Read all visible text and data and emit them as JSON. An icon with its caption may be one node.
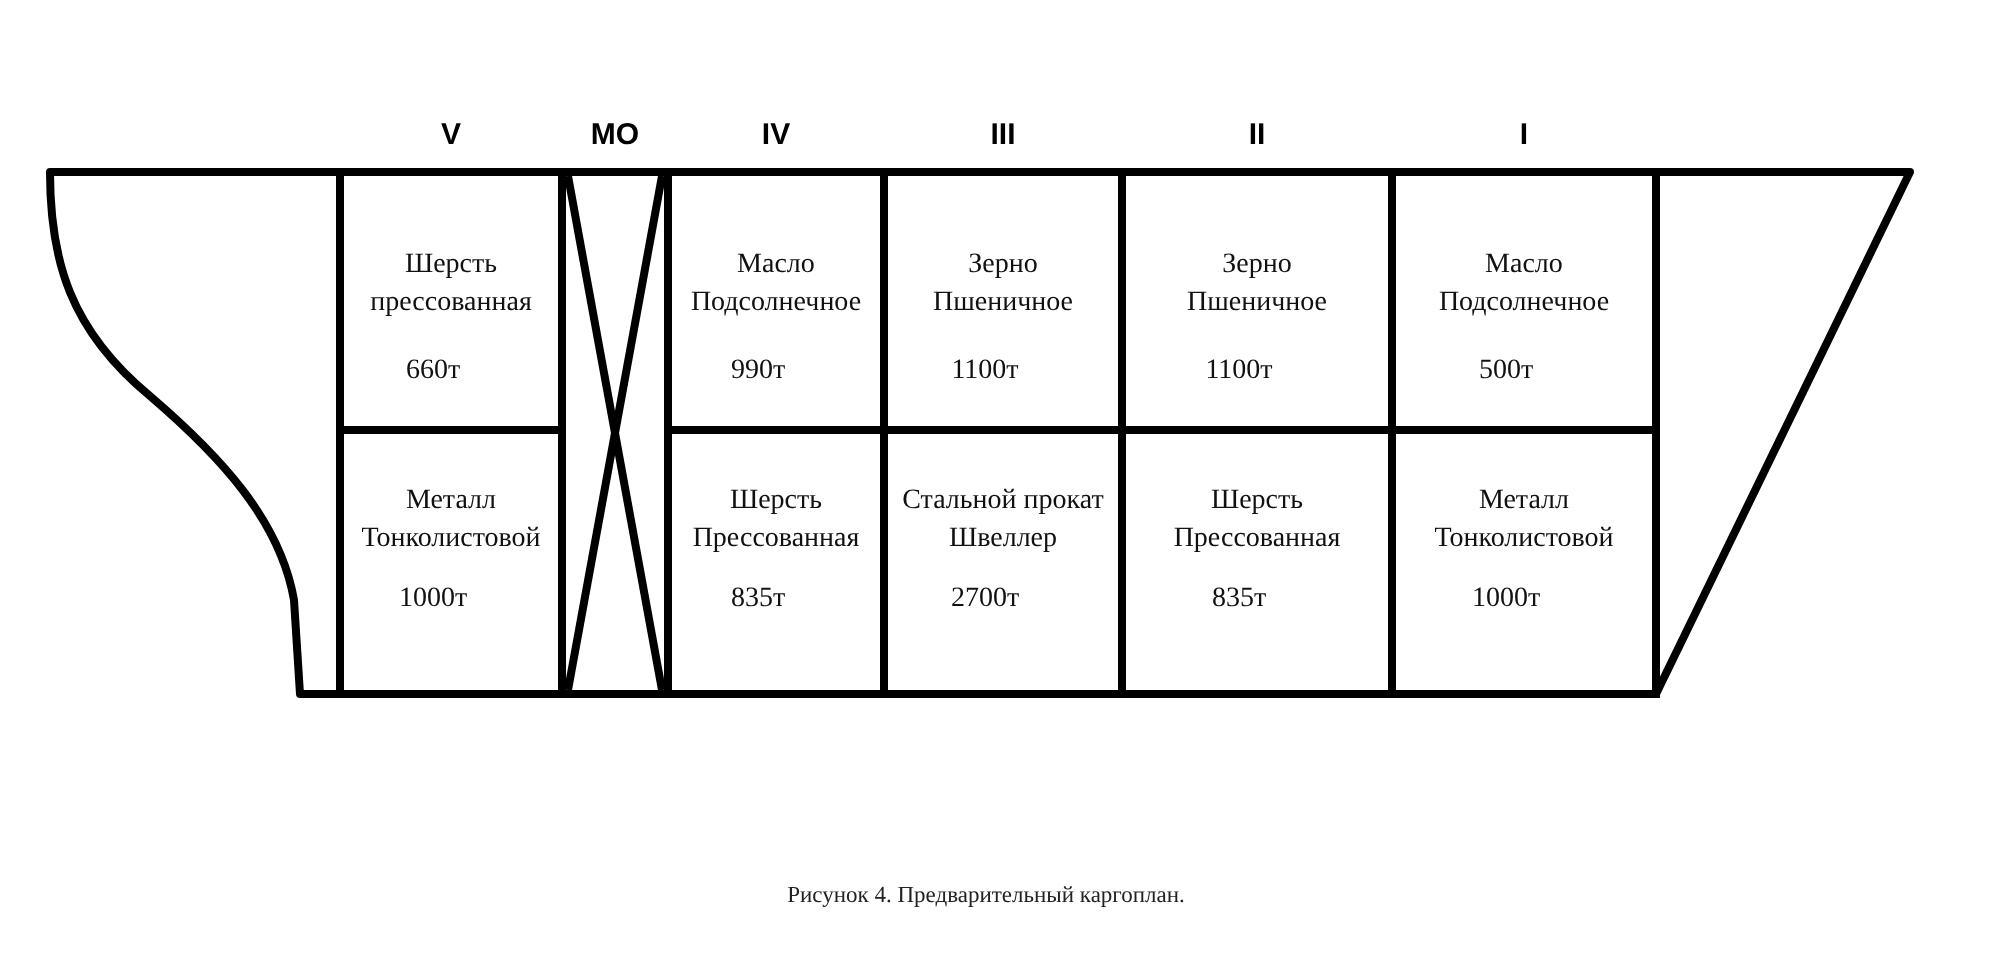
{
  "diagram": {
    "caption": "Рисунок 4. Предварительный каргоплан.",
    "nodes": [
      {
        "text": [
          "Шерсть прессованная",
          "660т"
        ]
      },
      {
        "text": [],
        "shape": "box"
      },
      {
        "text": [
          "Масло Подсолнечное",
          "990т"
        ]
      },
      {
        "text": [
          "Зерно Пшеничное",
          "1100т"
        ]
      },
      {
        "text": [
          "Зерно Пшеничное",
          "1100т"
        ]
      },
      {
        "text": [
          "Масло Подсолнечное",
          "500т"
        ]
      },
      {
        "text": [
          "Металл Тонколистовой",
          "1000т"
        ]
      },
      {
        "text": [
          "Шерсть Прессованная",
          "835т"
        ]
      },
      {
        "text": [
          "Стальной прокат Швеллер",
          "2700т"
        ]
      },
      {
        "text": [
          "Шерсть Прессованная",
          "835т"
        ]
      },
      {
        "text": [
          "Металл Тонколистовой",
          "1000т"
        ]
      }
    ],
    "labels": [
      "V",
      "МО",
      "IV",
      "III",
      "II",
      "I"
    ]
  }
}
